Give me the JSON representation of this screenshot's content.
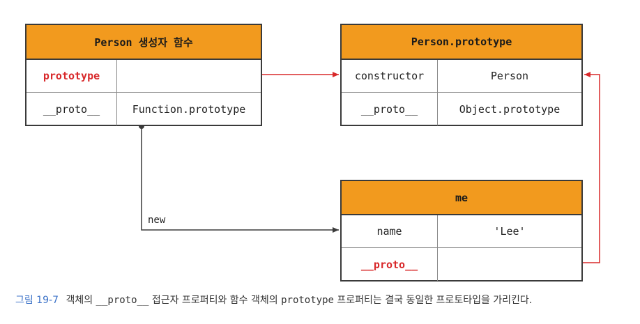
{
  "boxes": {
    "person_constructor": {
      "title": "Person 생성자 함수",
      "rows": [
        {
          "key": "prototype",
          "value": ""
        },
        {
          "key": "__proto__",
          "value": "Function.prototype"
        }
      ]
    },
    "person_prototype": {
      "title": "Person.prototype",
      "rows": [
        {
          "key": "constructor",
          "value": "Person"
        },
        {
          "key": "__proto__",
          "value": "Object.prototype"
        }
      ]
    },
    "me": {
      "title": "me",
      "rows": [
        {
          "key": "name",
          "value": "'Lee'"
        },
        {
          "key": "__proto__",
          "value": ""
        }
      ]
    }
  },
  "edges": {
    "new_label": "new"
  },
  "caption": {
    "figure_number": "그림 19-7",
    "text_before": "객체의",
    "code_term_1": "__proto__",
    "text_middle": "접근자 프로퍼티와 함수 객체의",
    "code_term_2": "prototype",
    "text_after": "프로퍼티는 결국 동일한 프로토타입을 가리킨다."
  },
  "colors": {
    "header_fill": "#f29a1e",
    "accent_red": "#d8282a",
    "border": "#3a3a3a",
    "figure_number": "#3d73c8"
  }
}
